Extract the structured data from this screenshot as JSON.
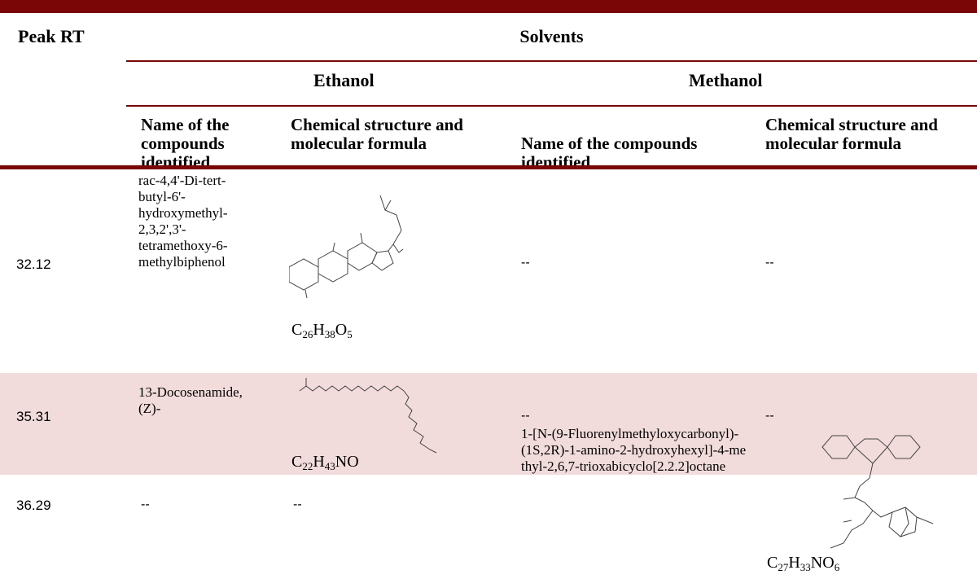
{
  "table": {
    "headers": {
      "peak_rt": "Peak RT",
      "solvents": "Solvents",
      "ethanol": "Ethanol",
      "methanol": "Methanol",
      "eth_name": "Name of the compounds identified",
      "eth_structure": "Chemical structure and molecular formula",
      "meth_name": "Name of the compounds identified",
      "meth_structure": "Chemical structure and molecular formula"
    },
    "rows": [
      {
        "rt": "32.12",
        "eth_name": "rac-4,4'-Di-tert-butyl-6'-hydroxymethyl-2,3,2',3'-tetramethoxy-6-methylbiphenol",
        "eth_formula": {
          "base": [
            "C",
            "H",
            "O"
          ],
          "subs": [
            "26",
            "38",
            "5"
          ]
        },
        "meth_name": "--",
        "meth_structure": "--"
      },
      {
        "rt": "35.31",
        "eth_name": "13-Docosenamide, (Z)-",
        "eth_formula": {
          "base": [
            "C",
            "H",
            "NO"
          ],
          "subs": [
            "22",
            "43",
            ""
          ]
        },
        "meth_name": "--",
        "meth_structure": "--"
      },
      {
        "rt": "36.29",
        "eth_name": "--",
        "eth_structure": "--",
        "meth_name": "1-[N-(9-Fluorenylmethyloxycarbonyl)-(1S,2R)-1-amino-2-hydroxyhexyl]-4-methyl-2,6,7-trioxabicyclo[2.2.2]octane",
        "meth_formula": {
          "base": [
            "C",
            "H",
            "NO"
          ],
          "subs": [
            "27",
            "33",
            "6"
          ]
        }
      }
    ]
  }
}
